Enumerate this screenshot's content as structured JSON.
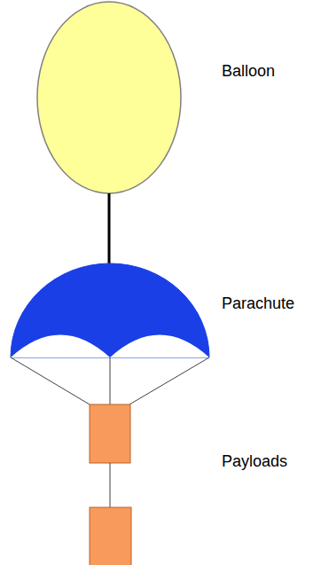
{
  "diagram": {
    "labels": [
      "Balloon",
      "Parachute",
      "Payloads"
    ]
  }
}
